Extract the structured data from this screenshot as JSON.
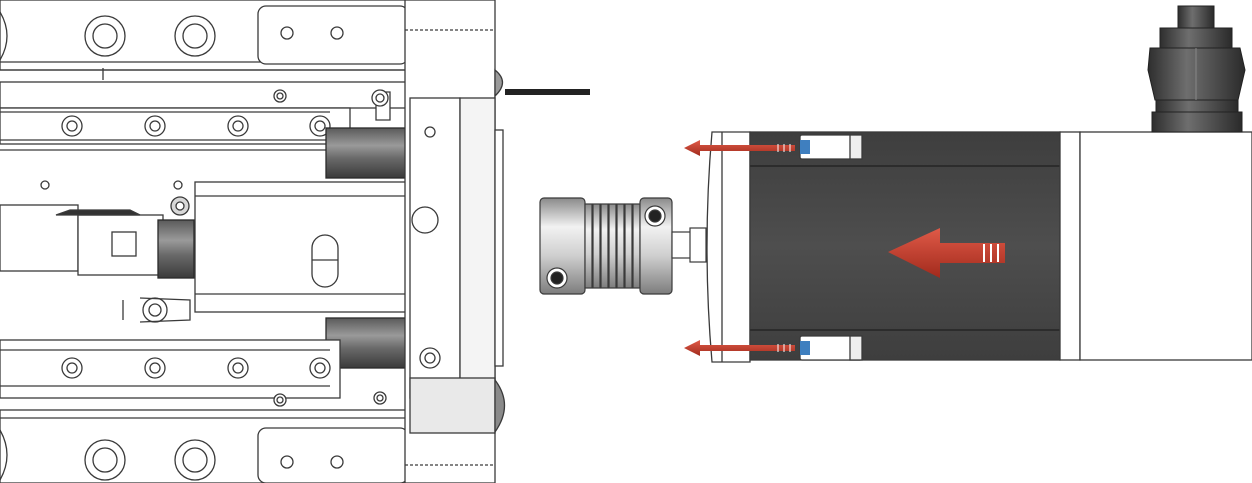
{
  "diagram": {
    "description_visible_text": "",
    "colors": {
      "line": "#3a3a3a",
      "metal_light": "#e6e6e6",
      "metal_mid": "#b8b8b8",
      "metal_dark": "#7a7a7a",
      "motor_body": "#4a4a4a",
      "motor_stripe": "#3a3a3a",
      "arrow_red": "#c0392b",
      "arrow_red_dark": "#9b2b20",
      "screw_blue": "#3f7fbf",
      "cable": "#222222"
    },
    "parts": {
      "linear_axis": "linear-axis-assembly",
      "coupling": "bellows-coupling",
      "motor": "servo-motor",
      "connector": "cable-connector",
      "direction_arrow": "mounting-direction-arrow",
      "bolt_arrows": "bolt-direction-arrows"
    }
  }
}
